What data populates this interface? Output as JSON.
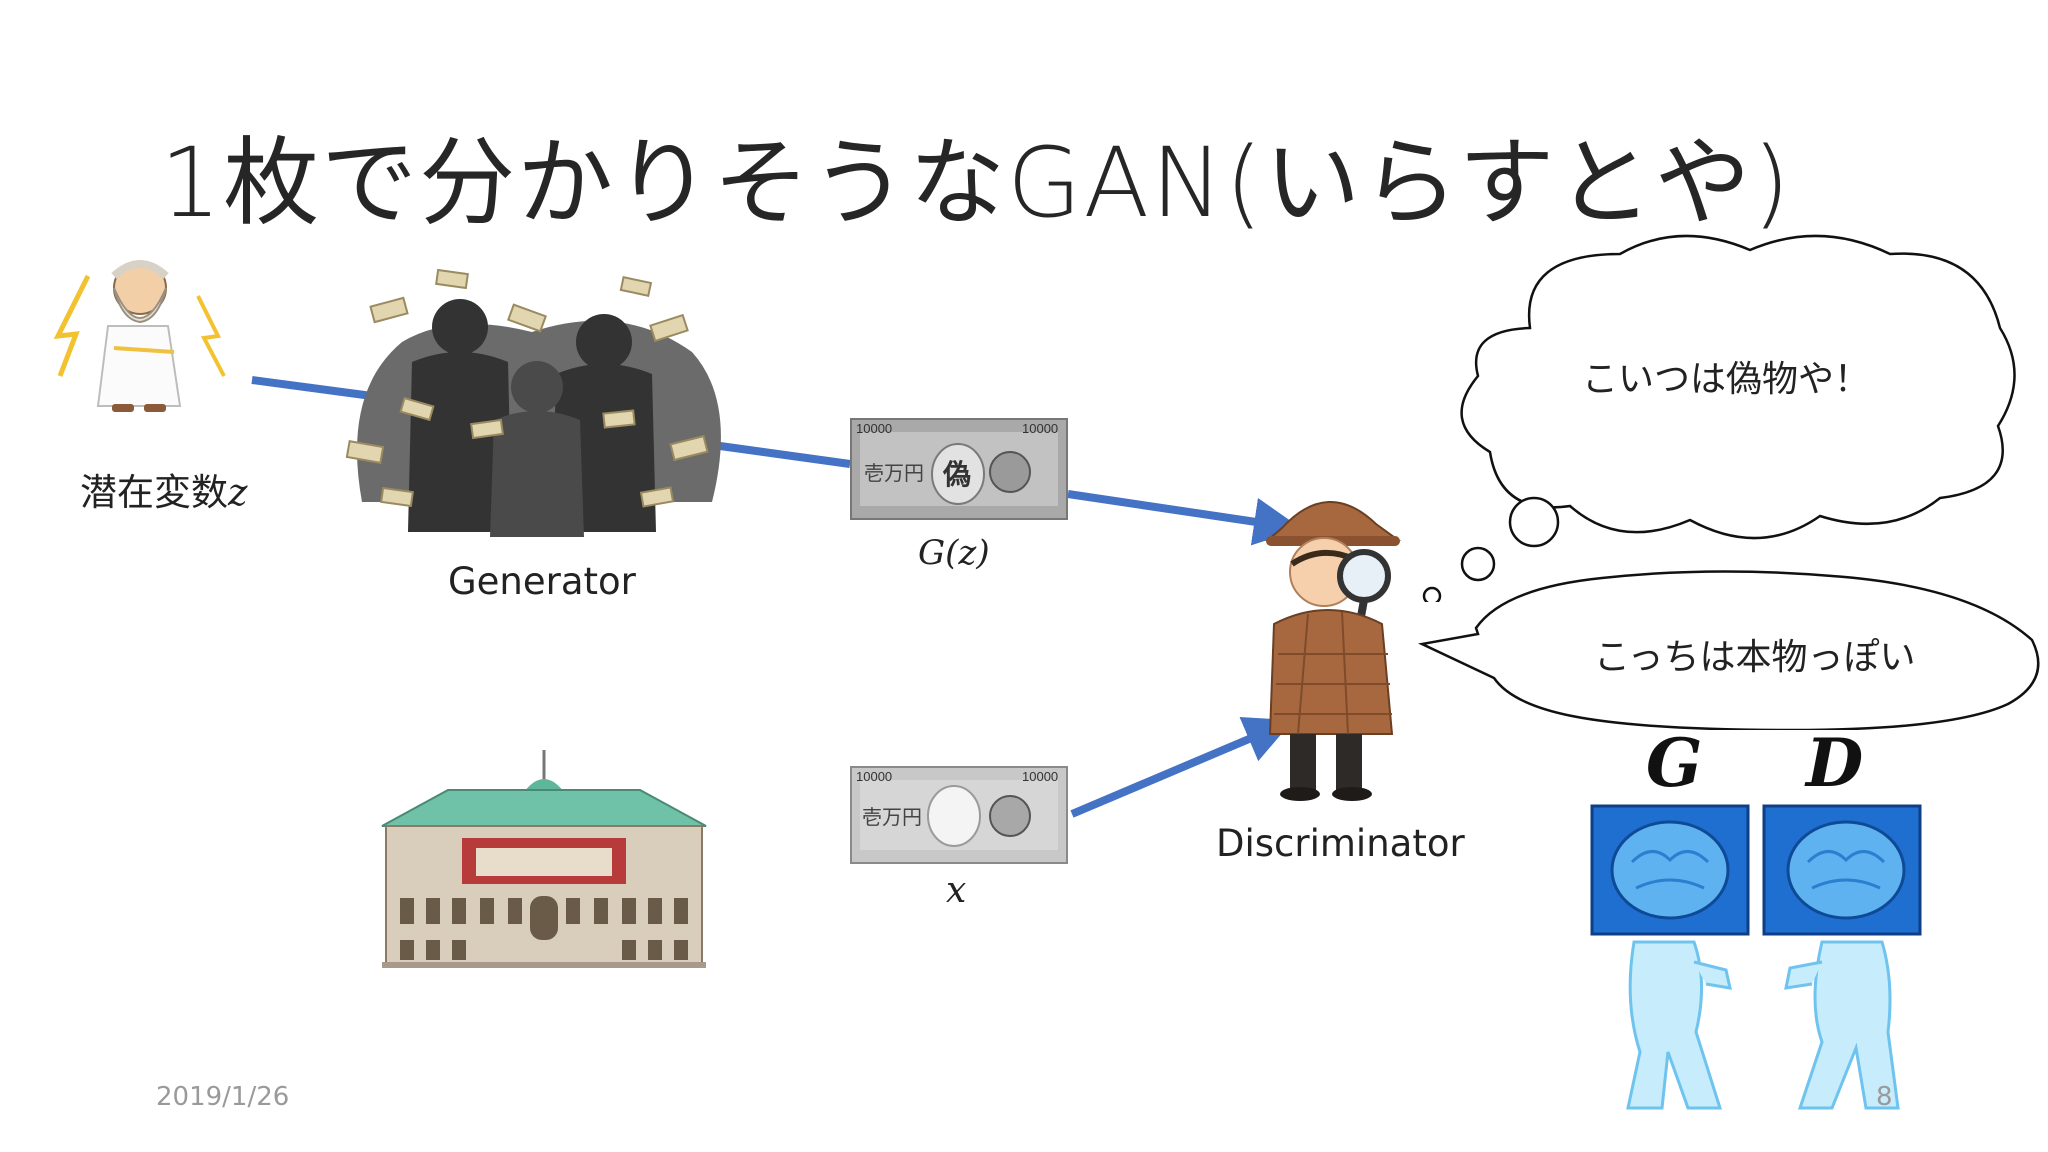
{
  "slide": {
    "title": "1枚で分かりそうなGAN(いらすとや)",
    "date": "2019/1/26",
    "page_number": "8"
  },
  "labels": {
    "latent": "潜在変数",
    "latent_var": "z",
    "generator": "Generator",
    "fake_sample": "G(z)",
    "real_sample": "x",
    "discriminator": "Discriminator"
  },
  "bubbles": {
    "thought": "こいつは偽物や！",
    "speech": "こっちは本物っぽい"
  },
  "brains": {
    "g_label": "G",
    "d_label": "D"
  },
  "banknote": {
    "denomination": "10000",
    "unit": "壱万円",
    "fake_mark": "偽"
  },
  "colors": {
    "arrow": "#4472c4",
    "title": "#262626",
    "brain_blue": "#1f6fd1",
    "bank_roof": "#6fc2a8"
  },
  "icons": {
    "zeus": "zeus-icon",
    "generator": "counterfeiters-icon",
    "fake_note": "fake-banknote-icon",
    "real_note": "banknote-icon",
    "bank": "bank-of-japan-icon",
    "detective": "detective-icon",
    "brain_g": "brain-robot-icon",
    "brain_d": "brain-robot-icon"
  }
}
